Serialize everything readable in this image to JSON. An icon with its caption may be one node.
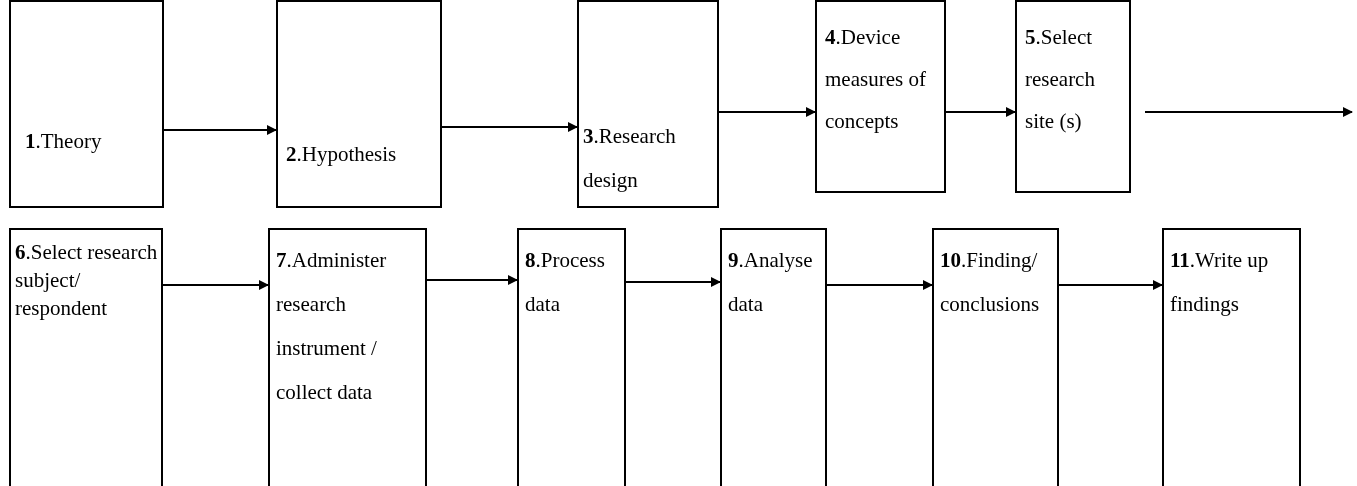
{
  "diagram": {
    "nodes": [
      {
        "text": [
          "**1**.Theory"
        ]
      },
      {
        "text": [
          "**2**.Hypothesis"
        ]
      },
      {
        "text": [
          "**3**.Research design"
        ]
      },
      {
        "text": [
          "**4**.Device measures of concepts"
        ]
      },
      {
        "text": [
          "**5**.Select research site (s)"
        ]
      },
      {
        "text": [
          "**6**.Select research subject/ respondent"
        ]
      },
      {
        "text": [
          "**7**.Administer research instrument / collect data"
        ]
      },
      {
        "text": [
          "**8**.Process data"
        ]
      },
      {
        "text": [
          "**9**.Analyse data"
        ]
      },
      {
        "text": [
          "**10**.Finding/ conclusions"
        ]
      },
      {
        "text": [
          "**11**.Write up findings"
        ]
      }
    ],
    "edges": [
      {
        "from": 0,
        "to": 1,
        "arrow": "to"
      },
      {
        "from": 1,
        "to": 2,
        "arrow": "to"
      },
      {
        "from": 2,
        "to": 3,
        "arrow": "to"
      },
      {
        "from": 3,
        "to": 4,
        "arrow": "to"
      },
      {
        "from": 4,
        "to": null,
        "arrow": "to"
      },
      {
        "from": 5,
        "to": 6,
        "arrow": "to"
      },
      {
        "from": 6,
        "to": 7,
        "arrow": "to"
      },
      {
        "from": 7,
        "to": 8,
        "arrow": "to"
      },
      {
        "from": 8,
        "to": 9,
        "arrow": "to"
      },
      {
        "from": 9,
        "to": 10,
        "arrow": "to"
      }
    ]
  }
}
